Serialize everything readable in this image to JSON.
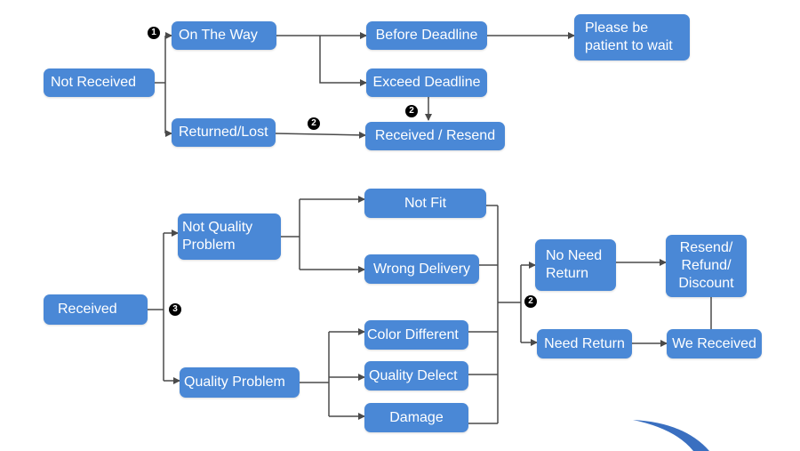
{
  "colors": {
    "node": "#4a88d6",
    "node_text": "#ffffff",
    "edge": "#4a4a4a",
    "marker": "#000000",
    "deco": "#3a6fc0"
  },
  "nodes": {
    "not_received": "Not   Received",
    "on_the_way": "On The Way",
    "returned_lost": "Returned/Lost",
    "before_deadline": "Before Deadline",
    "exceed_deadline": "Exceed Deadline",
    "received_resend": "Received / Resend",
    "please_wait": "Please be\npatient to wait",
    "received": "Received",
    "not_quality_problem": "Not   Quality\nProblem",
    "quality_problem": "Quality Problem",
    "not_fit": "Not Fit",
    "wrong_delivery": "Wrong Delivery",
    "color_different": "Color Different",
    "quality_delect": "Quality Delect",
    "damage": "Damage",
    "no_need_return": "No Need\nReturn",
    "need_return": "Need Return",
    "resend_refund_discount": "Resend/\nRefund/\nDiscount",
    "we_received": "We Received"
  },
  "markers": {
    "m1": "1",
    "m2a": "2",
    "m2b": "2",
    "m2c": "2",
    "m3": "3"
  }
}
